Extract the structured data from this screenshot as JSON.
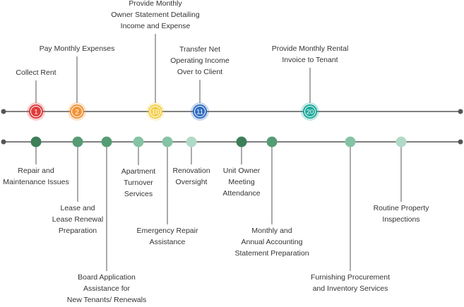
{
  "colors": {
    "line": "#555555",
    "text": "#333333",
    "red": "#e03c3c",
    "orange": "#f2953a",
    "yellow": "#f3cf4a",
    "blue": "#2f6cc0",
    "teal": "#1aa89a",
    "green_dark": "#3d7f58",
    "green_mid": "#559c74",
    "green_light": "#85c3a4",
    "green_pale": "#b0dac6"
  },
  "top_milestones": [
    {
      "id": "collect-rent",
      "number": "1",
      "color": "red",
      "lines": [
        "Collect Rent"
      ]
    },
    {
      "id": "pay-monthly-expenses",
      "number": "2",
      "color": "orange",
      "lines": [
        "Pay Monthly Expenses"
      ]
    },
    {
      "id": "owner-statement",
      "number": "10",
      "color": "yellow",
      "lines": [
        "Provide Monthly",
        "Owner Statement Detailing",
        "Income and Expense"
      ]
    },
    {
      "id": "transfer-net-income",
      "number": "11",
      "color": "blue",
      "lines": [
        "Transfer Net",
        "Operating Income",
        "Over to Client"
      ]
    },
    {
      "id": "rental-invoice",
      "number": "20",
      "color": "teal",
      "lines": [
        "Provide Monthly Rental",
        "Invoice to Tenant"
      ]
    }
  ],
  "bottom_services": [
    {
      "id": "repair-maintenance",
      "color": "green_dark",
      "lines": [
        "Repair and",
        "Maintenance Issues"
      ]
    },
    {
      "id": "lease-renewal",
      "color": "green_mid",
      "lines": [
        "Lease and",
        "Lease Renewal",
        "Preparation"
      ]
    },
    {
      "id": "board-application",
      "color": "green_mid",
      "lines": [
        "Board Application",
        "Assistance for",
        "New Tenants/ Renewals"
      ]
    },
    {
      "id": "apartment-turnover",
      "color": "green_light",
      "lines": [
        "Apartment",
        "Turnover",
        "Services"
      ]
    },
    {
      "id": "emergency-repair",
      "color": "green_light",
      "lines": [
        "Emergency Repair",
        "Assistance"
      ]
    },
    {
      "id": "renovation-oversight",
      "color": "green_pale",
      "lines": [
        "Renovation",
        "Oversight"
      ]
    },
    {
      "id": "unit-owner-meeting",
      "color": "green_dark",
      "lines": [
        "Unit Owner",
        "Meeting",
        "Attendance"
      ]
    },
    {
      "id": "accounting-statement",
      "color": "green_mid",
      "lines": [
        "Monthly and",
        "Annual Accounting",
        "Statement Preparation"
      ]
    },
    {
      "id": "furnishing-procurement",
      "color": "green_light",
      "lines": [
        "Furnishing Procurement",
        "and Inventory Services"
      ]
    },
    {
      "id": "routine-inspections",
      "color": "green_pale",
      "lines": [
        "Routine Property",
        "Inspections"
      ]
    }
  ]
}
